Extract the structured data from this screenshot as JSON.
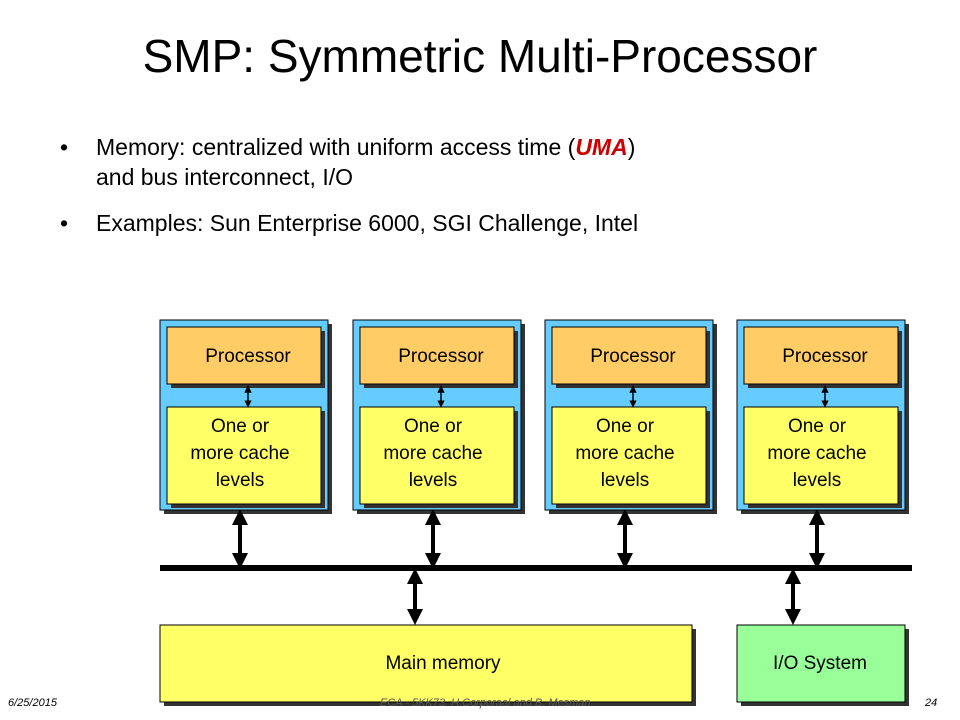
{
  "title": "SMP: Symmetric Multi-Processor",
  "bullets": {
    "b1_pre": "Memory: centralized with uniform access time (",
    "b1_em": "UMA",
    "b1_post": ")",
    "b1_line2": "and bus interconnect, I/O",
    "b2": "Examples: Sun Enterprise 6000, SGI Challenge, Intel"
  },
  "diagram": {
    "processor_label": "Processor",
    "cache_label_lines": [
      "One or",
      "more cache",
      "levels"
    ],
    "main_memory_label": "Main memory",
    "io_label": "I/O System",
    "colors": {
      "node_bg": "#66ccff",
      "processor_bg": "#ffcc66",
      "cache_bg": "#ffff66",
      "memory_bg": "#ffff66",
      "io_bg": "#99ff99",
      "bus": "#000000"
    }
  },
  "footer": {
    "date": "6/25/2015",
    "center": "ECA - 5KK73.        H.Corporaal and B. Mesman",
    "page": "24"
  }
}
